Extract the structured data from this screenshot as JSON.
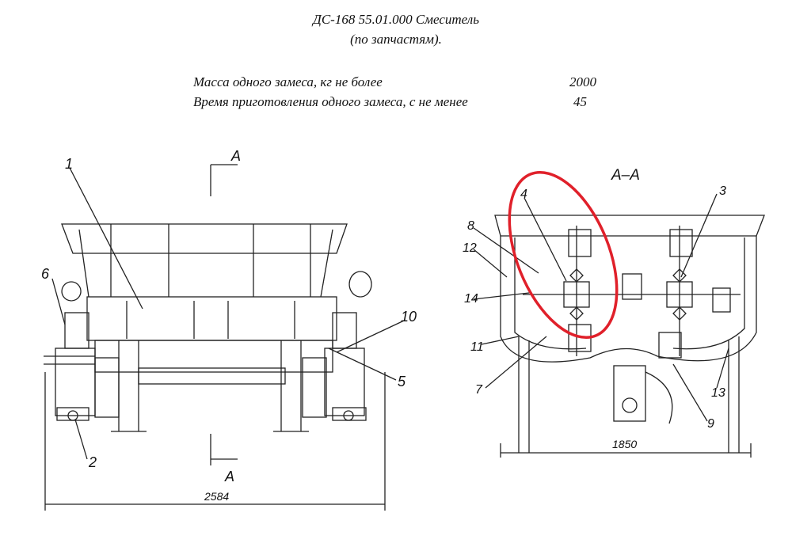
{
  "title": {
    "line1": "ДС-168 55.01.000 Смеситель",
    "line2": "(по запчастям)."
  },
  "specs": [
    {
      "label": "Масса одного замеса, кг не более",
      "value": "2000"
    },
    {
      "label": "Время приготовления одного замеса, с не менее",
      "value": "45"
    }
  ],
  "front_view": {
    "section_mark": "A",
    "width_dimension": "2584",
    "callouts": [
      "1",
      "2",
      "5",
      "6",
      "10"
    ]
  },
  "section_view": {
    "title": "A–A",
    "width_dimension": "1850",
    "callouts": [
      "3",
      "4",
      "7",
      "8",
      "9",
      "11",
      "12",
      "13",
      "14"
    ]
  },
  "highlight": {
    "color": "#e0202a",
    "target": "4"
  }
}
